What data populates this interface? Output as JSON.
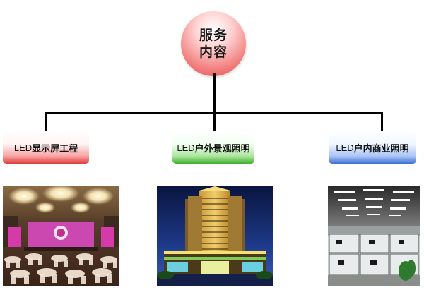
{
  "root": {
    "line1": "服务",
    "line2": "内容"
  },
  "branches": [
    {
      "prefix": "LED",
      "label": "显示屏工程",
      "color": "#e03b3b",
      "photo": "banquet-hall-led-screen"
    },
    {
      "prefix": "LED",
      "label": "户外景观照明",
      "color": "#3fae2d",
      "photo": "illuminated-hotel-building-night"
    },
    {
      "prefix": "LED",
      "label": "户内商业照明",
      "color": "#3b6fd6",
      "photo": "office-interior-lighting"
    }
  ]
}
